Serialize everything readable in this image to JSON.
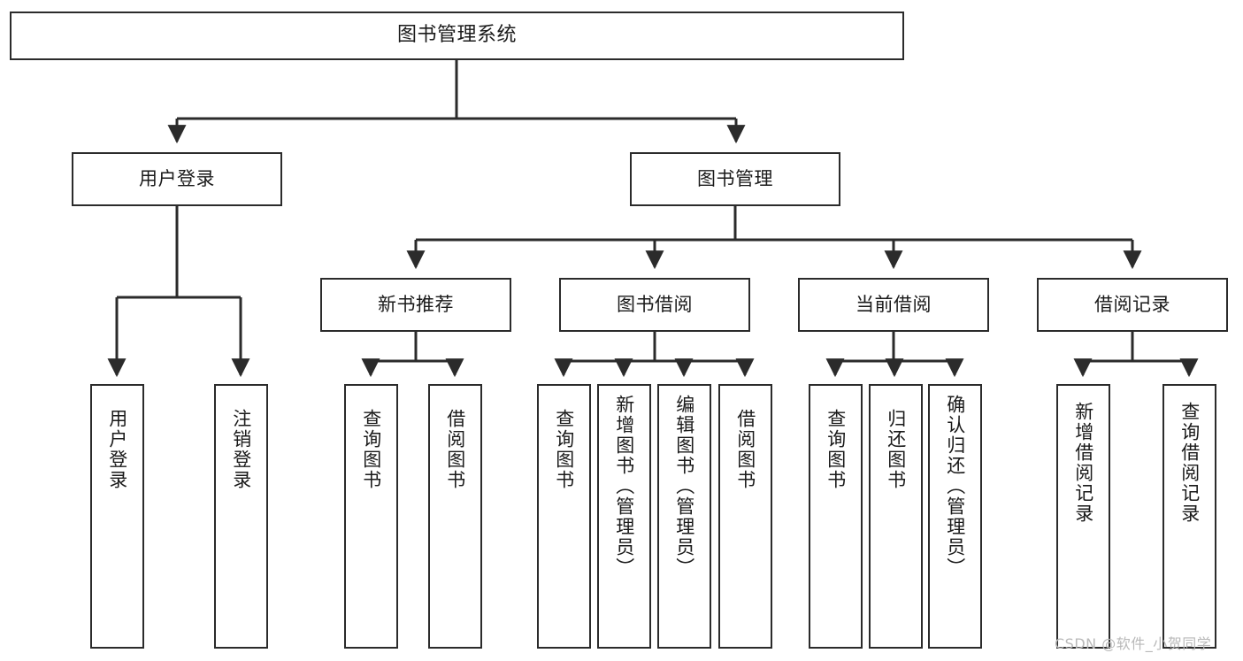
{
  "diagram": {
    "title": "图书管理系统",
    "type": "hierarchy-tree",
    "root": {
      "id": "root",
      "label": "图书管理系统"
    },
    "level1": [
      {
        "id": "user-login",
        "label": "用户登录"
      },
      {
        "id": "book-manage",
        "label": "图书管理"
      }
    ],
    "level2": [
      {
        "id": "new-book-rec",
        "label": "新书推荐",
        "parent": "book-manage"
      },
      {
        "id": "book-borrow",
        "label": "图书借阅",
        "parent": "book-manage"
      },
      {
        "id": "current-borrow",
        "label": "当前借阅",
        "parent": "book-manage"
      },
      {
        "id": "borrow-record",
        "label": "借阅记录",
        "parent": "book-manage"
      }
    ],
    "leaves": [
      {
        "id": "leaf-user-login",
        "label": "用户登录",
        "parent": "user-login"
      },
      {
        "id": "leaf-logout-login",
        "label": "注销登录",
        "parent": "user-login"
      },
      {
        "id": "leaf-query-book-rec",
        "label": "查询图书",
        "parent": "new-book-rec"
      },
      {
        "id": "leaf-borrow-book-rec",
        "label": "借阅图书",
        "parent": "new-book-rec"
      },
      {
        "id": "leaf-query-book-borrow",
        "label": "查询图书",
        "parent": "book-borrow"
      },
      {
        "id": "leaf-add-book",
        "label": "新增图书（管理员）",
        "parent": "book-borrow"
      },
      {
        "id": "leaf-edit-book",
        "label": "编辑图书（管理员）",
        "parent": "book-borrow"
      },
      {
        "id": "leaf-borrow-book",
        "label": "借阅图书",
        "parent": "book-borrow"
      },
      {
        "id": "leaf-query-book-current",
        "label": "查询图书",
        "parent": "current-borrow"
      },
      {
        "id": "leaf-return-book",
        "label": "归还图书",
        "parent": "current-borrow"
      },
      {
        "id": "leaf-confirm-return",
        "label": "确认归还（管理员）",
        "parent": "current-borrow"
      },
      {
        "id": "leaf-add-record",
        "label": "新增借阅记录",
        "parent": "borrow-record"
      },
      {
        "id": "leaf-query-record",
        "label": "查询借阅记录",
        "parent": "borrow-record"
      }
    ],
    "colors": {
      "stroke": "#2b2b2b",
      "fill": "#ffffff",
      "text": "#1a1a1a",
      "watermark": "#b9b9b9"
    }
  },
  "watermark": {
    "text": "CSDN @软件_小贺同学"
  }
}
